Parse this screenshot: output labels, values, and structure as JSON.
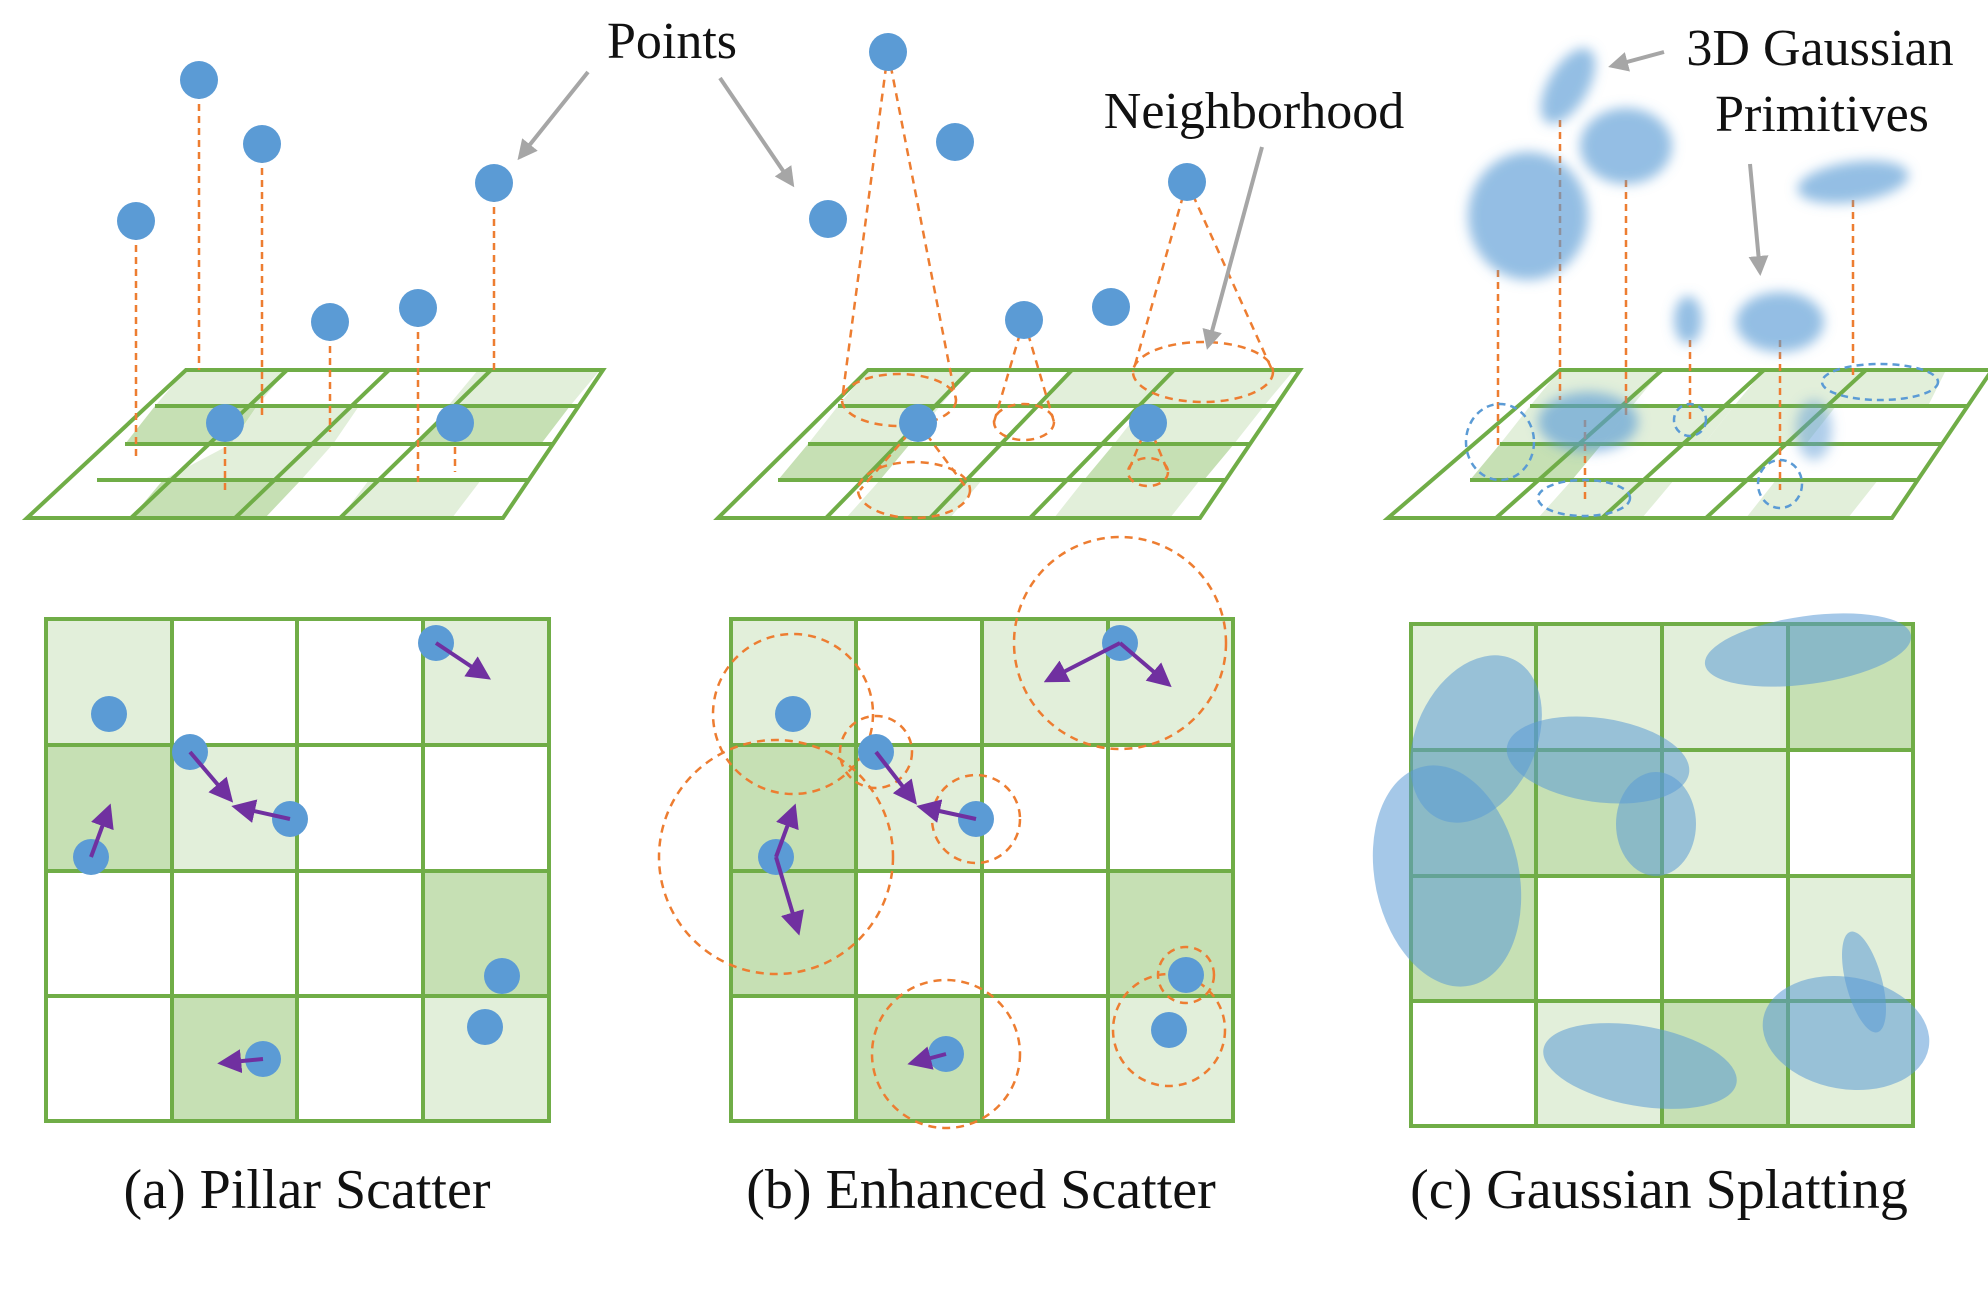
{
  "annotations": {
    "points": "Points",
    "neighborhood": "Neighborhood",
    "gaussian_line1": "3D Gaussian",
    "gaussian_line2": "Primitives"
  },
  "captions": {
    "a": "(a) Pillar Scatter",
    "b": "(b) Enhanced Scatter",
    "c": "(c) Gaussian Splatting"
  },
  "colors": {
    "grid": "#70AD47",
    "cell_light": "#E2EFDA",
    "cell_dark": "#C6E0B4",
    "point": "#5B9BD5",
    "neighborhood": "#ED7D31",
    "arrow": "#7030A0",
    "pointer": "#A6A6A6",
    "gaussian": "#5B9BD5"
  }
}
